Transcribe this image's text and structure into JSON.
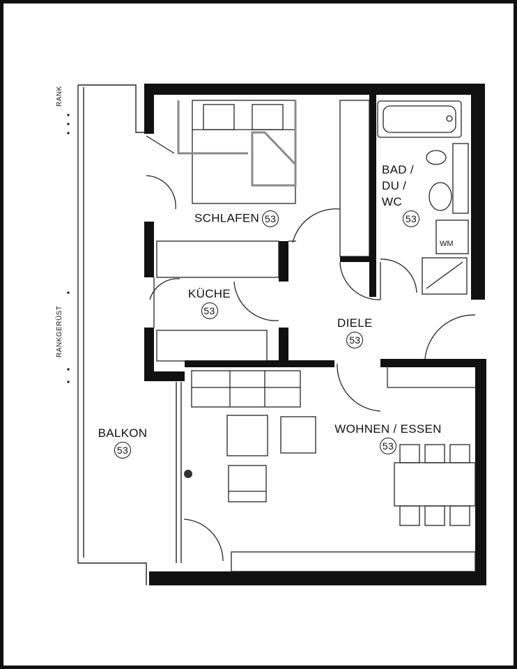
{
  "rooms": {
    "schlafen": {
      "name": "SCHLAFEN",
      "area": "53"
    },
    "kueche": {
      "name": "KÜCHE",
      "area": "53"
    },
    "bad": {
      "line1": "BAD /",
      "line2": "DU /",
      "line3": "WC",
      "area": "53"
    },
    "diele": {
      "name": "DIELE",
      "area": "53"
    },
    "wohnen": {
      "name": "WOHNEN / ESSEN",
      "area": "53"
    },
    "balkon": {
      "name": "BALKON",
      "area": "53"
    }
  },
  "fixtures": {
    "washer": "WM"
  },
  "side_labels": {
    "top": "RANK",
    "middle": "RANKGERÜST"
  },
  "colors": {
    "wall": "#111111",
    "line": "#222222",
    "paper": "#ffffff",
    "bed_accent": "#8a8a8a"
  }
}
